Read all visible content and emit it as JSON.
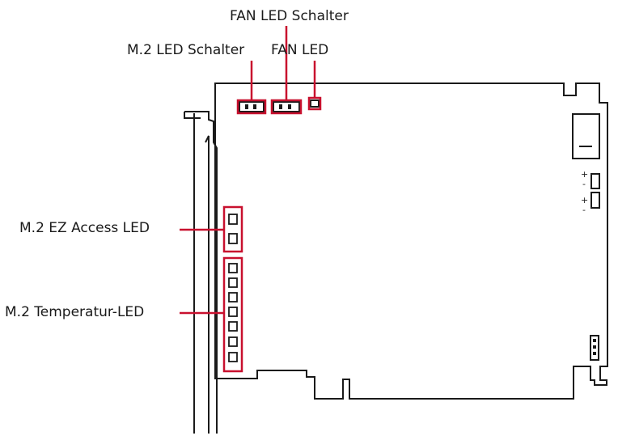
{
  "callouts": {
    "fan_led_switch": "FAN LED Schalter",
    "m2_led_switch": "M.2 LED Schalter",
    "fan_led": "FAN LED",
    "m2_ez_access_led": "M.2 EZ Access LED",
    "m2_temperature_led": "M.2 Temperatur-LED"
  },
  "polarity_marks": [
    "+",
    "-",
    "+",
    "-"
  ],
  "colors": {
    "callout": "#c8102e",
    "outline": "#1a1a1a"
  }
}
